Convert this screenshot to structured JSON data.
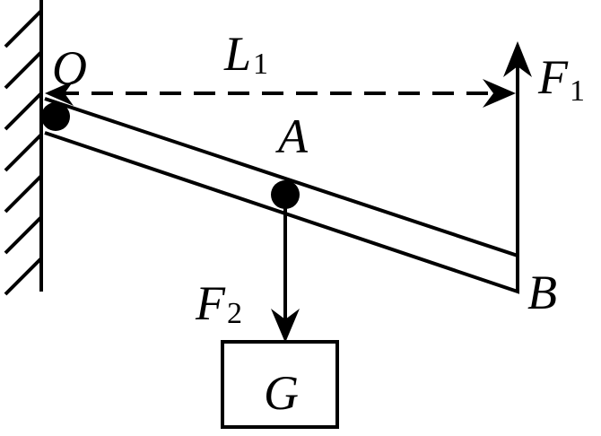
{
  "labels": {
    "pivot": "O",
    "arm_length": {
      "main": "L",
      "sub": "1"
    },
    "point_a": "A",
    "end_b": "B",
    "force_1": {
      "main": "F",
      "sub": "1"
    },
    "force_2": {
      "main": "F",
      "sub": "2"
    },
    "weight": "G"
  },
  "colors": {
    "ink": "#000000",
    "background": "#ffffff"
  }
}
